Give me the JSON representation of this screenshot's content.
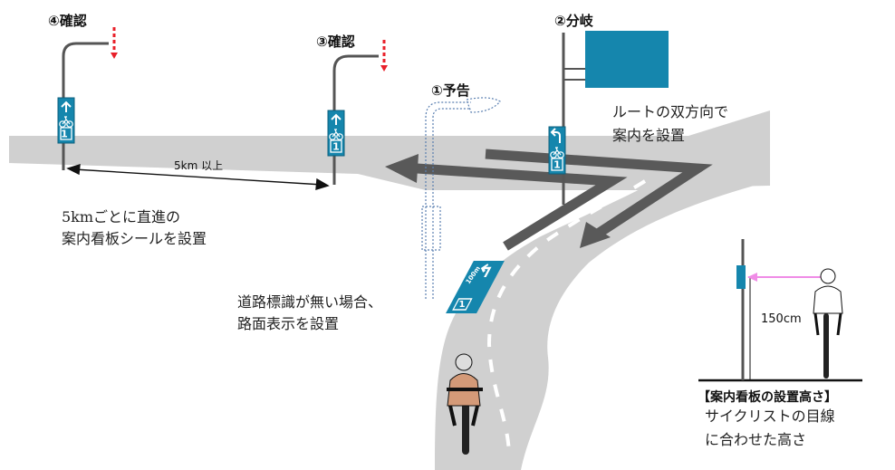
{
  "labels": {
    "confirm4": "④確認",
    "confirm3": "③確認",
    "branch2": "②分岐",
    "notice1": "①予告",
    "distance": "5km 以上",
    "height": "150cm"
  },
  "notes": {
    "straight_line1": "5kmごとに直進の",
    "straight_line2": "案内看板シールを設置",
    "bidir_line1": "ルートの双方向で",
    "bidir_line2": "案内を設置",
    "road_line1": "道路標識が無い場合、",
    "road_line2": "路面表示を設置"
  },
  "install_height": {
    "title": "【案内看板の設置高さ】",
    "line1": "サイクリストの目線",
    "line2": "に合わせた高さ"
  },
  "sign": {
    "route_number": "1",
    "road_marking_distance": "100m"
  },
  "colors": {
    "road": "#d0d0d0",
    "sign_blue": "#1586ad",
    "arrow": "#595959",
    "red_dash": "#e8202a",
    "pink_arrow": "#f08ce6"
  }
}
